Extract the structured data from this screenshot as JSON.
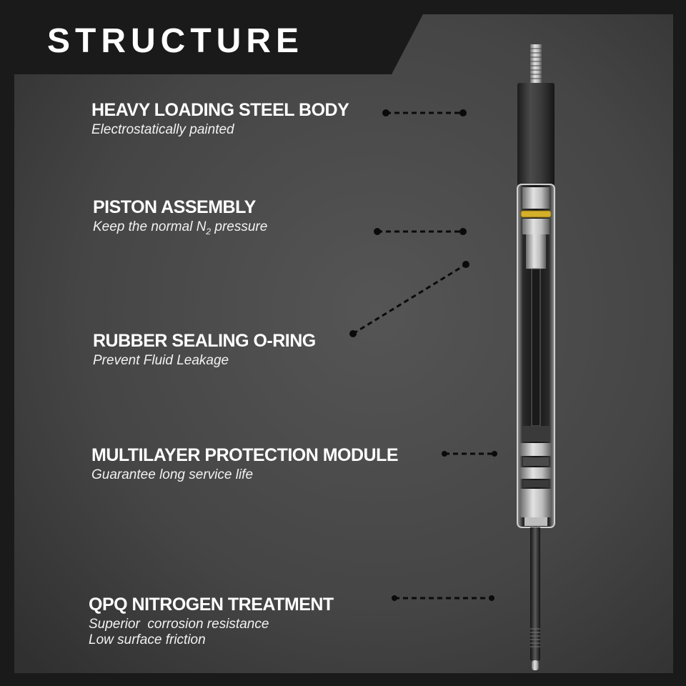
{
  "title": "STRUCTURE",
  "features": [
    {
      "heading": "HEAVY LOADING STEEL BODY",
      "sub": "Electrostatically painted"
    },
    {
      "heading": "PISTON ASSEMBLY",
      "sub_prefix": "Keep the normal N",
      "sub_subscript": "2",
      "sub_suffix": " pressure"
    },
    {
      "heading": "RUBBER SEALING O-RING",
      "sub": "Prevent Fluid Leakage"
    },
    {
      "heading": "MULTILAYER PROTECTION MODULE",
      "sub": "Guarantee long service life"
    },
    {
      "heading": "QPQ NITROGEN TREATMENT",
      "sub": "Superior  corrosion resistance",
      "sub2": "Low surface friction"
    }
  ],
  "colors": {
    "background": "#1a1a1a",
    "panel": "#4a4a4a",
    "text": "#ffffff",
    "oring": "#d4b02a"
  }
}
